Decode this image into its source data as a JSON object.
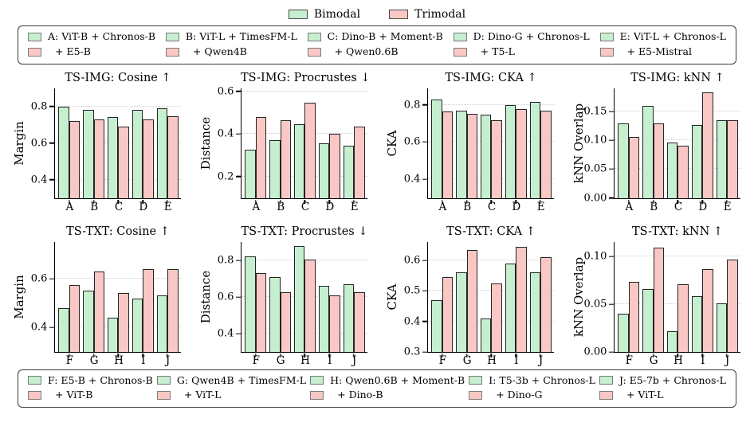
{
  "figure": {
    "series_legend": [
      {
        "name": "Bimodal",
        "color": "#c5efcf"
      },
      {
        "name": "Trimodal",
        "color": "#f9c8c5"
      }
    ],
    "legend_top": {
      "items": [
        {
          "line1": "A: ViT-B + Chronos-B",
          "line2": "+ E5-B"
        },
        {
          "line1": "B: ViT-L + TimesFM-L",
          "line2": "+ Qwen4B"
        },
        {
          "line1": "C: Dino-B + Moment-B",
          "line2": "+ Qwen0.6B"
        },
        {
          "line1": "D: Dino-G + Chronos-L",
          "line2": "+ T5-L"
        },
        {
          "line1": "E: ViT-L + Chronos-L",
          "line2": "+ E5-Mistral"
        }
      ]
    },
    "legend_bottom": {
      "items": [
        {
          "line1": "F: E5-B + Chronos-B",
          "line2": "+ ViT-B"
        },
        {
          "line1": "G: Qwen4B + TimesFM-L",
          "line2": "+ ViT-L"
        },
        {
          "line1": "H: Qwen0.6B + Moment-B",
          "line2": "+ Dino-B"
        },
        {
          "line1": "I: T5-3b + Chronos-L",
          "line2": "+ Dino-G"
        },
        {
          "line1": "J: E5-7b + Chronos-L",
          "line2": "+ ViT-L"
        }
      ]
    }
  },
  "chart_data": [
    {
      "type": "bar",
      "title": "TS-IMG: Cosine ↑",
      "ylabel": "Margin",
      "categories": [
        "A",
        "B",
        "C",
        "D",
        "E"
      ],
      "ylim": [
        0.3,
        0.9
      ],
      "grid": true,
      "yticks": [
        {
          "value": 0.4,
          "label": "0.4"
        },
        {
          "value": 0.6,
          "label": "0.6"
        },
        {
          "value": 0.8,
          "label": "0.8"
        }
      ],
      "series": [
        {
          "name": "Bimodal",
          "values": [
            0.8,
            0.78,
            0.74,
            0.78,
            0.79
          ]
        },
        {
          "name": "Trimodal",
          "values": [
            0.72,
            0.73,
            0.69,
            0.73,
            0.745
          ]
        }
      ]
    },
    {
      "type": "bar",
      "title": "TS-IMG: Procrustes ↓",
      "ylabel": "Distance",
      "categories": [
        "A",
        "B",
        "C",
        "D",
        "E"
      ],
      "ylim": [
        0.1,
        0.615
      ],
      "grid": true,
      "yticks": [
        {
          "value": 0.2,
          "label": "0.2"
        },
        {
          "value": 0.4,
          "label": "0.4"
        },
        {
          "value": 0.6,
          "label": "0.6"
        }
      ],
      "series": [
        {
          "name": "Bimodal",
          "values": [
            0.325,
            0.37,
            0.445,
            0.355,
            0.345
          ]
        },
        {
          "name": "Trimodal",
          "values": [
            0.48,
            0.465,
            0.545,
            0.4,
            0.435
          ]
        }
      ]
    },
    {
      "type": "bar",
      "title": "TS-IMG: CKA ↑",
      "ylabel": "CKA",
      "categories": [
        "A",
        "B",
        "C",
        "D",
        "E"
      ],
      "ylim": [
        0.3,
        0.89
      ],
      "grid": true,
      "yticks": [
        {
          "value": 0.4,
          "label": "0.4"
        },
        {
          "value": 0.6,
          "label": "0.6"
        },
        {
          "value": 0.8,
          "label": "0.8"
        }
      ],
      "series": [
        {
          "name": "Bimodal",
          "values": [
            0.83,
            0.77,
            0.745,
            0.8,
            0.815
          ]
        },
        {
          "name": "Trimodal",
          "values": [
            0.765,
            0.75,
            0.715,
            0.775,
            0.77
          ]
        }
      ]
    },
    {
      "type": "bar",
      "title": "TS-IMG: kNN ↑",
      "ylabel": "kNN Overlap",
      "categories": [
        "A",
        "B",
        "C",
        "D",
        "E"
      ],
      "ylim": [
        0.0,
        0.191
      ],
      "grid": true,
      "yticks": [
        {
          "value": 0.0,
          "label": "0.00"
        },
        {
          "value": 0.05,
          "label": "0.05"
        },
        {
          "value": 0.1,
          "label": "0.10"
        },
        {
          "value": 0.15,
          "label": "0.15"
        }
      ],
      "series": [
        {
          "name": "Bimodal",
          "values": [
            0.13,
            0.16,
            0.096,
            0.127,
            0.135
          ]
        },
        {
          "name": "Trimodal",
          "values": [
            0.106,
            0.13,
            0.09,
            0.183,
            0.135
          ]
        }
      ]
    },
    {
      "type": "bar",
      "title": "TS-TXT: Cosine ↑",
      "ylabel": "Margin",
      "categories": [
        "F",
        "G",
        "H",
        "I",
        "J"
      ],
      "ylim": [
        0.3,
        0.75
      ],
      "grid": true,
      "yticks": [
        {
          "value": 0.4,
          "label": "0.4"
        },
        {
          "value": 0.6,
          "label": "0.6"
        }
      ],
      "series": [
        {
          "name": "Bimodal",
          "values": [
            0.48,
            0.55,
            0.44,
            0.52,
            0.53
          ]
        },
        {
          "name": "Trimodal",
          "values": [
            0.575,
            0.63,
            0.54,
            0.64,
            0.64
          ]
        }
      ]
    },
    {
      "type": "bar",
      "title": "TS-TXT: Procrustes ↓",
      "ylabel": "Distance",
      "categories": [
        "F",
        "G",
        "H",
        "I",
        "J"
      ],
      "ylim": [
        0.3,
        0.9
      ],
      "grid": true,
      "yticks": [
        {
          "value": 0.4,
          "label": "0.4"
        },
        {
          "value": 0.6,
          "label": "0.6"
        },
        {
          "value": 0.8,
          "label": "0.8"
        }
      ],
      "series": [
        {
          "name": "Bimodal",
          "values": [
            0.82,
            0.71,
            0.88,
            0.66,
            0.67
          ]
        },
        {
          "name": "Trimodal",
          "values": [
            0.73,
            0.625,
            0.805,
            0.61,
            0.625
          ]
        }
      ]
    },
    {
      "type": "bar",
      "title": "TS-TXT: CKA ↑",
      "ylabel": "CKA",
      "categories": [
        "F",
        "G",
        "H",
        "I",
        "J"
      ],
      "ylim": [
        0.3,
        0.66
      ],
      "grid": true,
      "yticks": [
        {
          "value": 0.3,
          "label": "0.3"
        },
        {
          "value": 0.4,
          "label": "0.4"
        },
        {
          "value": 0.5,
          "label": "0.5"
        },
        {
          "value": 0.6,
          "label": "0.6"
        }
      ],
      "series": [
        {
          "name": "Bimodal",
          "values": [
            0.47,
            0.56,
            0.41,
            0.59,
            0.56
          ]
        },
        {
          "name": "Trimodal",
          "values": [
            0.545,
            0.635,
            0.525,
            0.645,
            0.61
          ]
        }
      ]
    },
    {
      "type": "bar",
      "title": "TS-TXT: kNN ↑",
      "ylabel": "kNN Overlap",
      "categories": [
        "F",
        "G",
        "H",
        "I",
        "J"
      ],
      "ylim": [
        0.0,
        0.115
      ],
      "grid": true,
      "yticks": [
        {
          "value": 0.0,
          "label": "0.00"
        },
        {
          "value": 0.05,
          "label": "0.05"
        },
        {
          "value": 0.1,
          "label": "0.10"
        }
      ],
      "series": [
        {
          "name": "Bimodal",
          "values": [
            0.04,
            0.066,
            0.022,
            0.058,
            0.051
          ]
        },
        {
          "name": "Trimodal",
          "values": [
            0.073,
            0.109,
            0.071,
            0.087,
            0.097
          ]
        }
      ]
    }
  ]
}
